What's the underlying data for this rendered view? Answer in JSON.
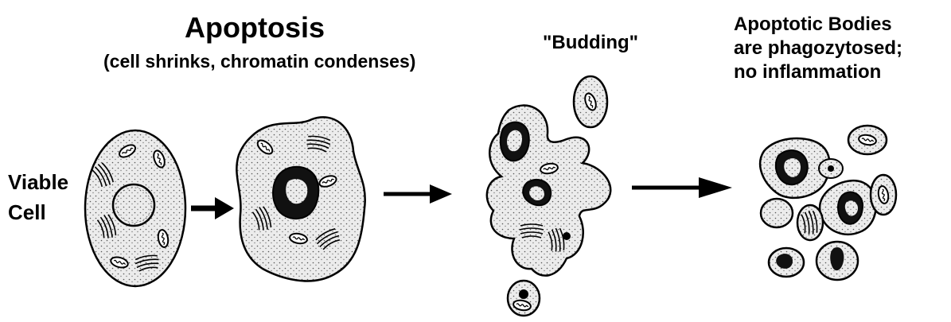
{
  "title": "Apoptosis",
  "subtitle": "(cell shrinks, chromatin condenses)",
  "budding_label": "\"Budding\"",
  "bodies_label": {
    "line1": "Apoptotic Bodies",
    "line2": "are phagozytosed;",
    "line3": "no inflammation"
  },
  "viable_label": {
    "line1": "Viable",
    "line2": "Cell"
  },
  "colors": {
    "ink": "#000000",
    "cell_fill": "#e6e6e6",
    "background": "#ffffff"
  }
}
